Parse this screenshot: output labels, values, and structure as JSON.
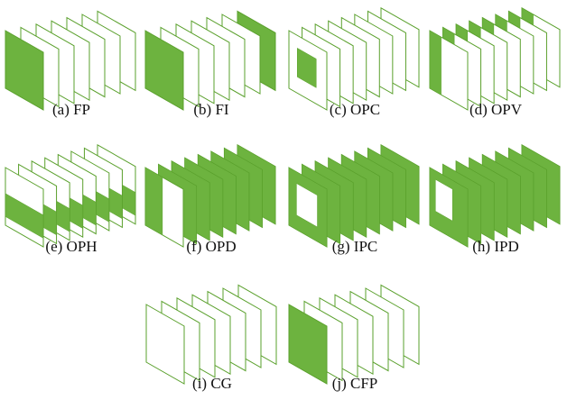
{
  "colors": {
    "fill": "#6db33f",
    "fill_dark": "#4f8f2a",
    "stroke": "#5aa02c",
    "blank": "#ffffff"
  },
  "panels": [
    {
      "id": "fp",
      "caption": "(a) FP",
      "pattern": "first-frame-full",
      "frames": 7
    },
    {
      "id": "fi",
      "caption": "(b) FI",
      "pattern": "first-and-last-full",
      "frames": 7
    },
    {
      "id": "opc",
      "caption": "(c) OPC",
      "pattern": "outer-ring-hole",
      "frames": 8
    },
    {
      "id": "opv",
      "caption": "(d) OPV",
      "pattern": "left-strip",
      "frames": 8
    },
    {
      "id": "oph",
      "caption": "(e) OPH",
      "pattern": "bottom-strip",
      "frames": 8
    },
    {
      "id": "opd",
      "caption": "(f) OPD",
      "pattern": "left-strip-first",
      "frames": 8
    },
    {
      "id": "ipc",
      "caption": "(g) IPC",
      "pattern": "inner-hole",
      "frames": 8
    },
    {
      "id": "ipd",
      "caption": "(h) IPD",
      "pattern": "inner-hole-left",
      "frames": 8
    },
    {
      "id": "cg",
      "caption": "(i) CG",
      "pattern": "blank",
      "frames": 7
    },
    {
      "id": "cfp",
      "caption": "(j) CFP",
      "pattern": "first-frame-full",
      "frames": 7
    }
  ]
}
